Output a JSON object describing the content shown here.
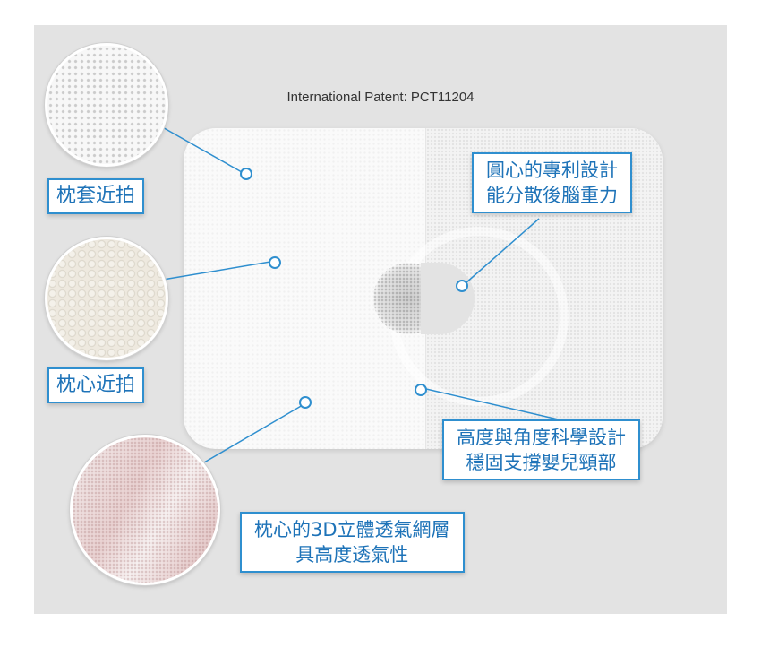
{
  "patent": "International Patent: PCT11204",
  "labels": {
    "cover_closeup": "枕套近拍",
    "core_closeup": "枕心近拍",
    "circle_design_line1": "圓心的專利設計",
    "circle_design_line2": "能分散後腦重力",
    "height_design_line1": "高度與角度科學設計",
    "height_design_line2": "穩固支撐嬰兒頸部",
    "mesh_line1": "枕心的3D立體透氣網層",
    "mesh_line2": "具高度透氣性"
  },
  "colors": {
    "accent": "#2f8fcf",
    "label_text": "#1e73b8",
    "background": "#e3e3e3"
  }
}
